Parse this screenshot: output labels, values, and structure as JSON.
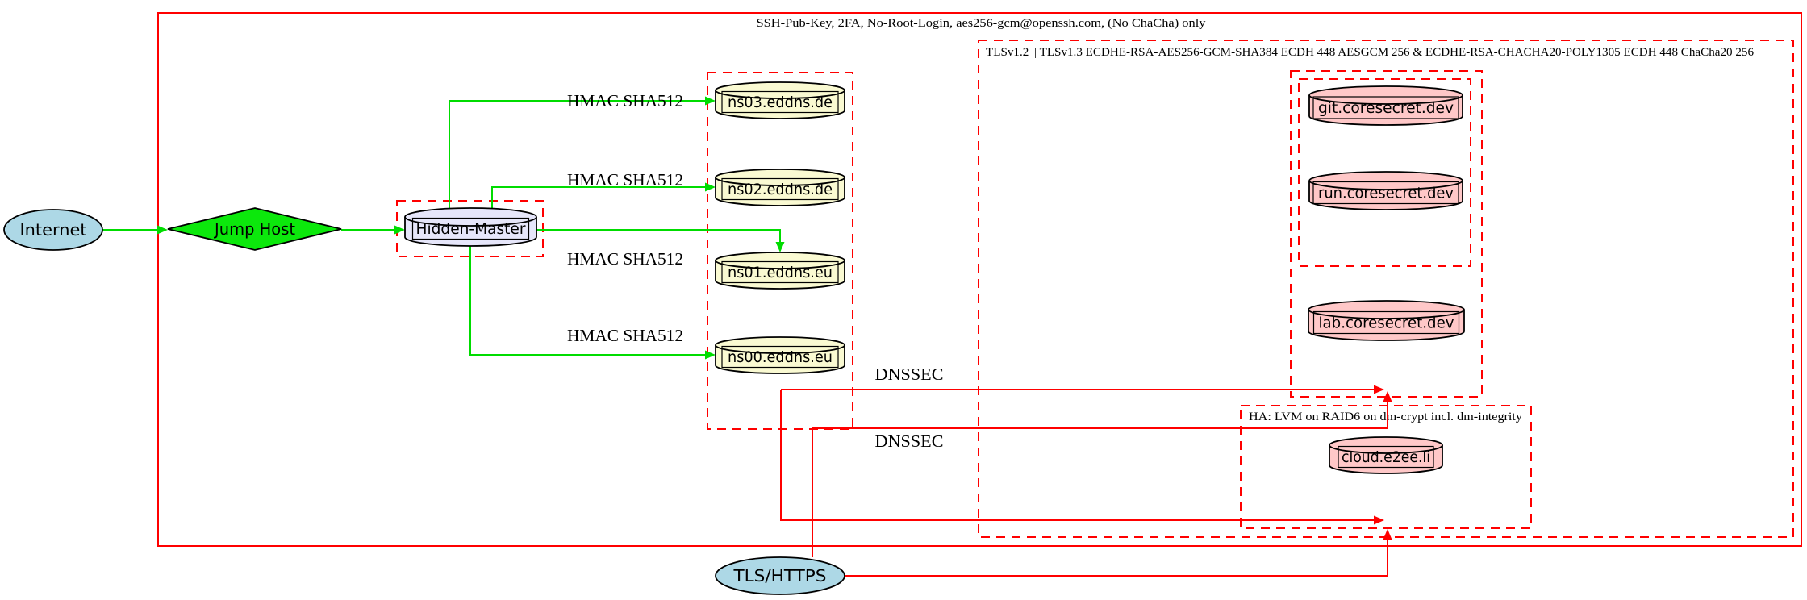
{
  "diagram": {
    "clusters": {
      "ssh": {
        "label": "SSH-Pub-Key, 2FA, No-Root-Login, aes256-gcm@openssh.com, (No ChaCha) only"
      },
      "tls": {
        "label": "TLSv1.2 || TLSv1.3 ECDHE-RSA-AES256-GCM-SHA384 ECDH 448 AESGCM 256 & ECDHE-RSA-CHACHA20-POLY1305 ECDH 448 ChaCha20 256"
      },
      "ha": {
        "label": "HA: LVM on RAID6 on dm-crypt incl. dm-integrity"
      }
    },
    "nodes": {
      "internet": {
        "label": "Internet"
      },
      "jump_host": {
        "label": "Jump Host"
      },
      "hidden_master": {
        "label": "Hidden-Master"
      },
      "ns03": {
        "label": "ns03.eddns.de"
      },
      "ns02": {
        "label": "ns02.eddns.de"
      },
      "ns01": {
        "label": "ns01.eddns.eu"
      },
      "ns00": {
        "label": "ns00.eddns.eu"
      },
      "git": {
        "label": "git.coresecret.dev"
      },
      "run": {
        "label": "run.coresecret.dev"
      },
      "lab": {
        "label": "lab.coresecret.dev"
      },
      "cloud": {
        "label": "cloud.e2ee.li"
      },
      "tls_https": {
        "label": "TLS/HTTPS"
      }
    },
    "edges": {
      "hmac_label": "HMAC SHA512",
      "dnssec_label": "DNSSEC"
    },
    "colors": {
      "border_red": "#ff0000",
      "edge_green": "#00dc00",
      "node_green": "#0ce80c",
      "node_lightblue": "#add8e6",
      "node_lavender": "#e6e6fa",
      "node_lightyellow": "#fafad2",
      "node_pink": "#ffc8c8"
    }
  }
}
